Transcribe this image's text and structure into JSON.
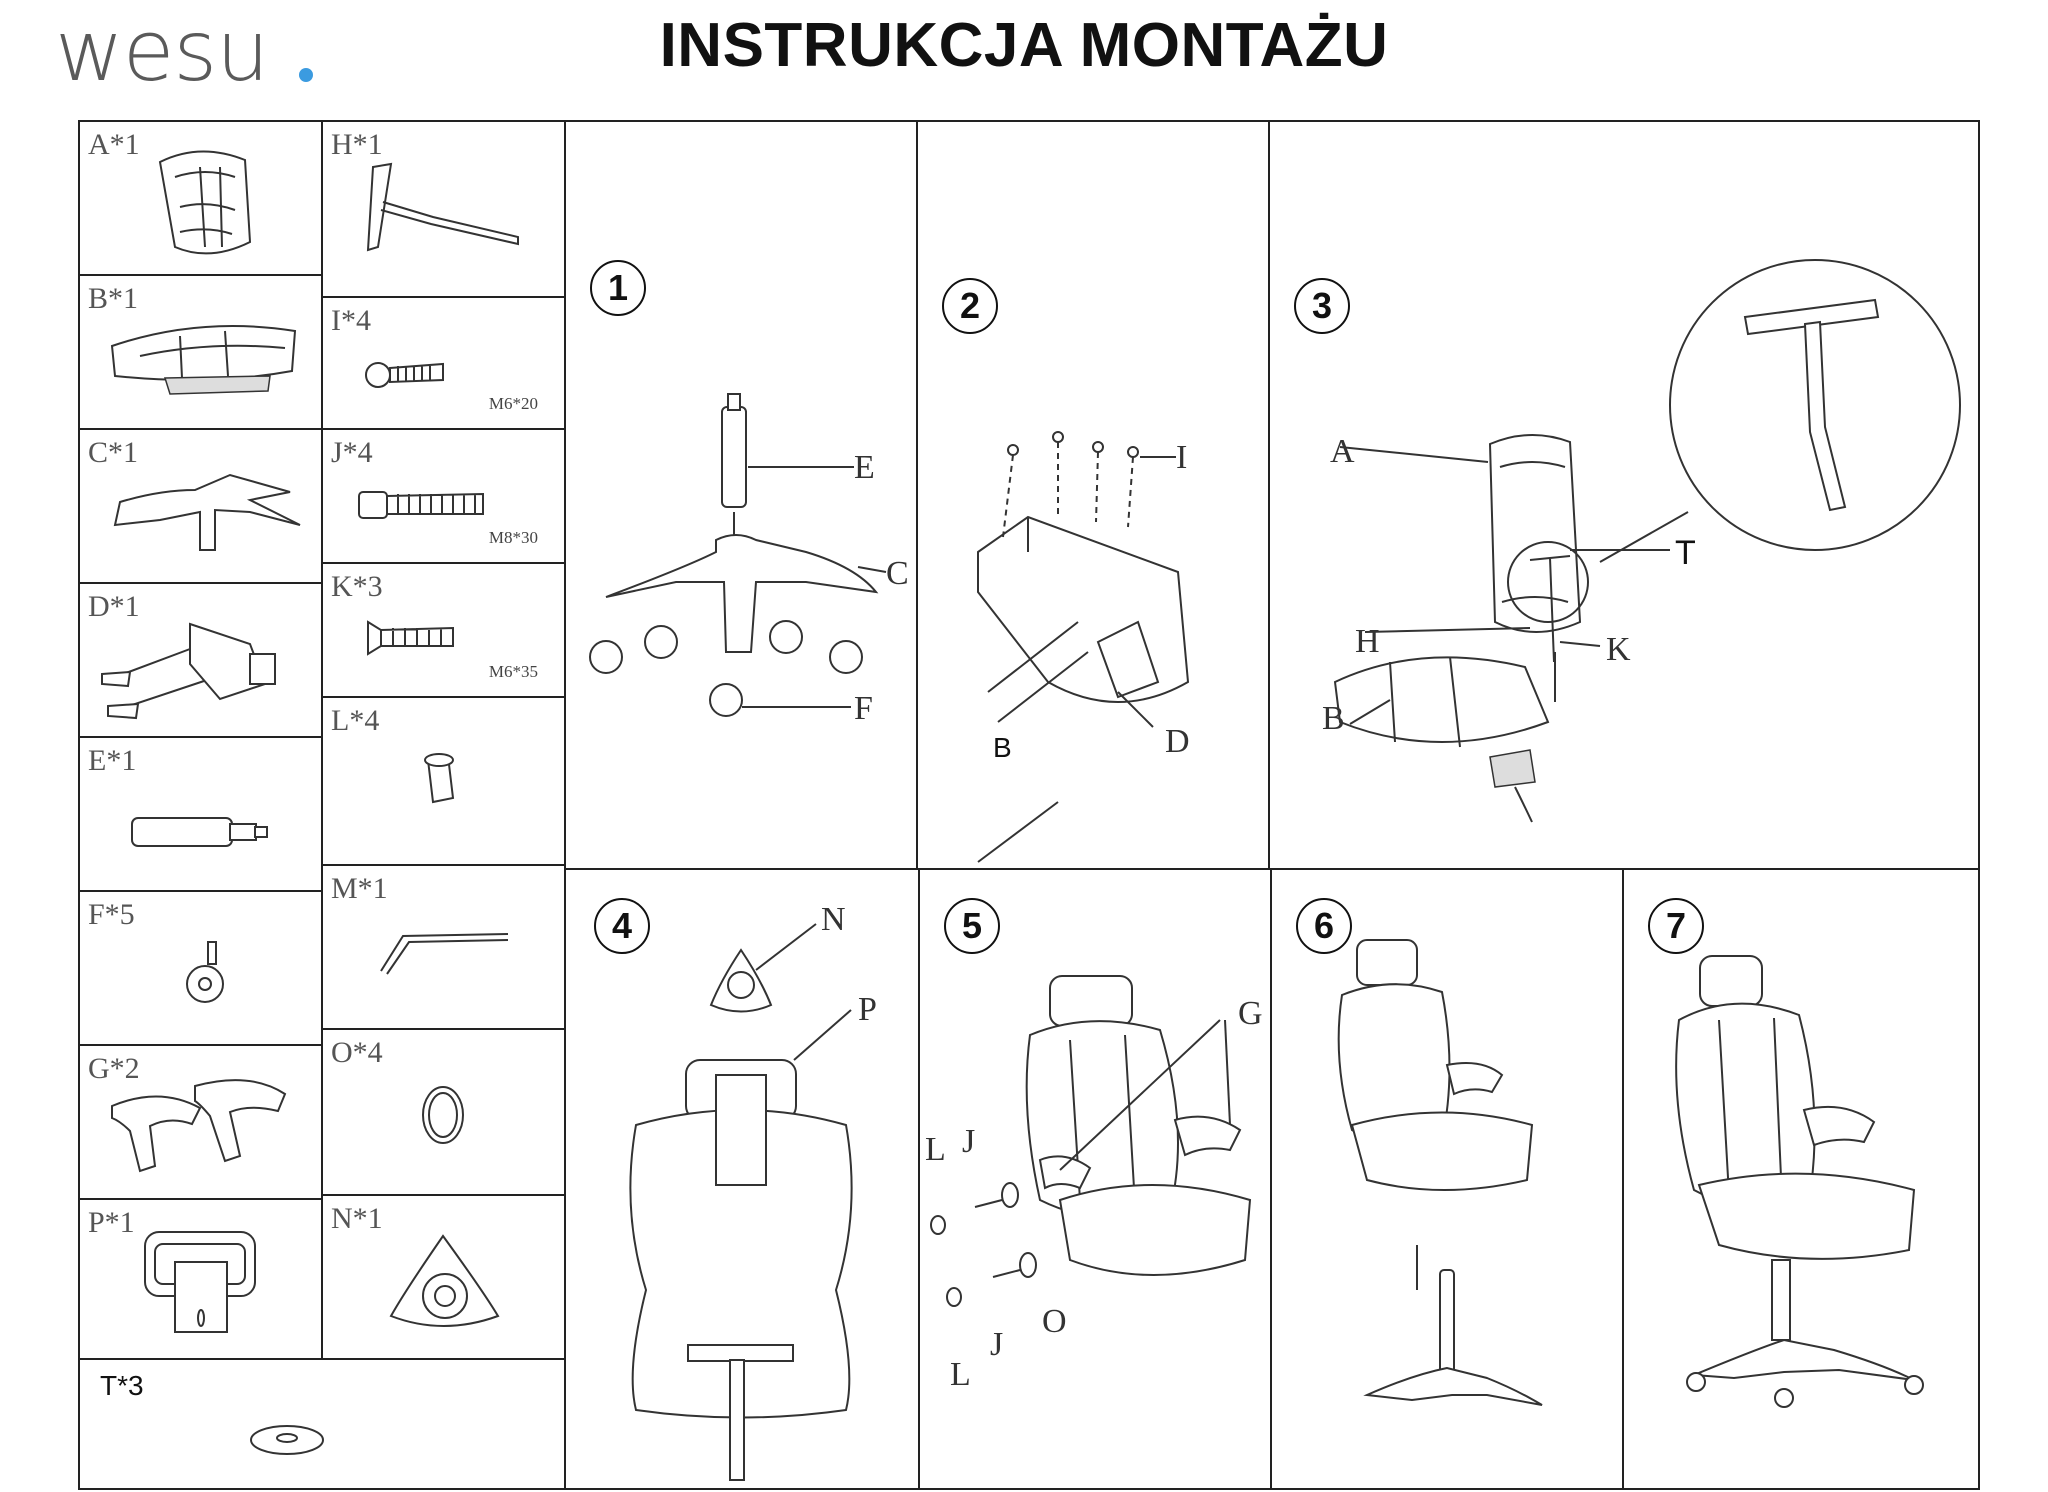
{
  "header": {
    "logo_text": "wesu",
    "logo_dot_color": "#3b9be0",
    "title": "INSTRUKCJA MONTAŻU"
  },
  "parts": [
    {
      "id": "A",
      "label": "A*1"
    },
    {
      "id": "B",
      "label": "B*1"
    },
    {
      "id": "C",
      "label": "C*1"
    },
    {
      "id": "D",
      "label": "D*1"
    },
    {
      "id": "E",
      "label": "E*1"
    },
    {
      "id": "F",
      "label": "F*5"
    },
    {
      "id": "G",
      "label": "G*2"
    },
    {
      "id": "P",
      "label": "P*1"
    },
    {
      "id": "H",
      "label": "H*1"
    },
    {
      "id": "I",
      "label": "I*4",
      "size": "M6*20"
    },
    {
      "id": "J",
      "label": "J*4",
      "size": "M8*30"
    },
    {
      "id": "K",
      "label": "K*3",
      "size": "M6*35"
    },
    {
      "id": "L",
      "label": "L*4"
    },
    {
      "id": "M",
      "label": "M*1"
    },
    {
      "id": "O",
      "label": "O*4"
    },
    {
      "id": "N",
      "label": "N*1"
    },
    {
      "id": "T",
      "label": "T*3"
    }
  ],
  "steps": [
    {
      "number": "1",
      "callouts": [
        "E",
        "C",
        "F"
      ]
    },
    {
      "number": "2",
      "callouts": [
        "I",
        "B",
        "D"
      ]
    },
    {
      "number": "3",
      "callouts": [
        "A",
        "T",
        "H",
        "K",
        "B"
      ]
    },
    {
      "number": "4",
      "callouts": [
        "N",
        "P"
      ]
    },
    {
      "number": "5",
      "callouts": [
        "G",
        "L",
        "J",
        "J",
        "O",
        "L"
      ]
    },
    {
      "number": "6",
      "callouts": []
    },
    {
      "number": "7",
      "callouts": []
    }
  ]
}
